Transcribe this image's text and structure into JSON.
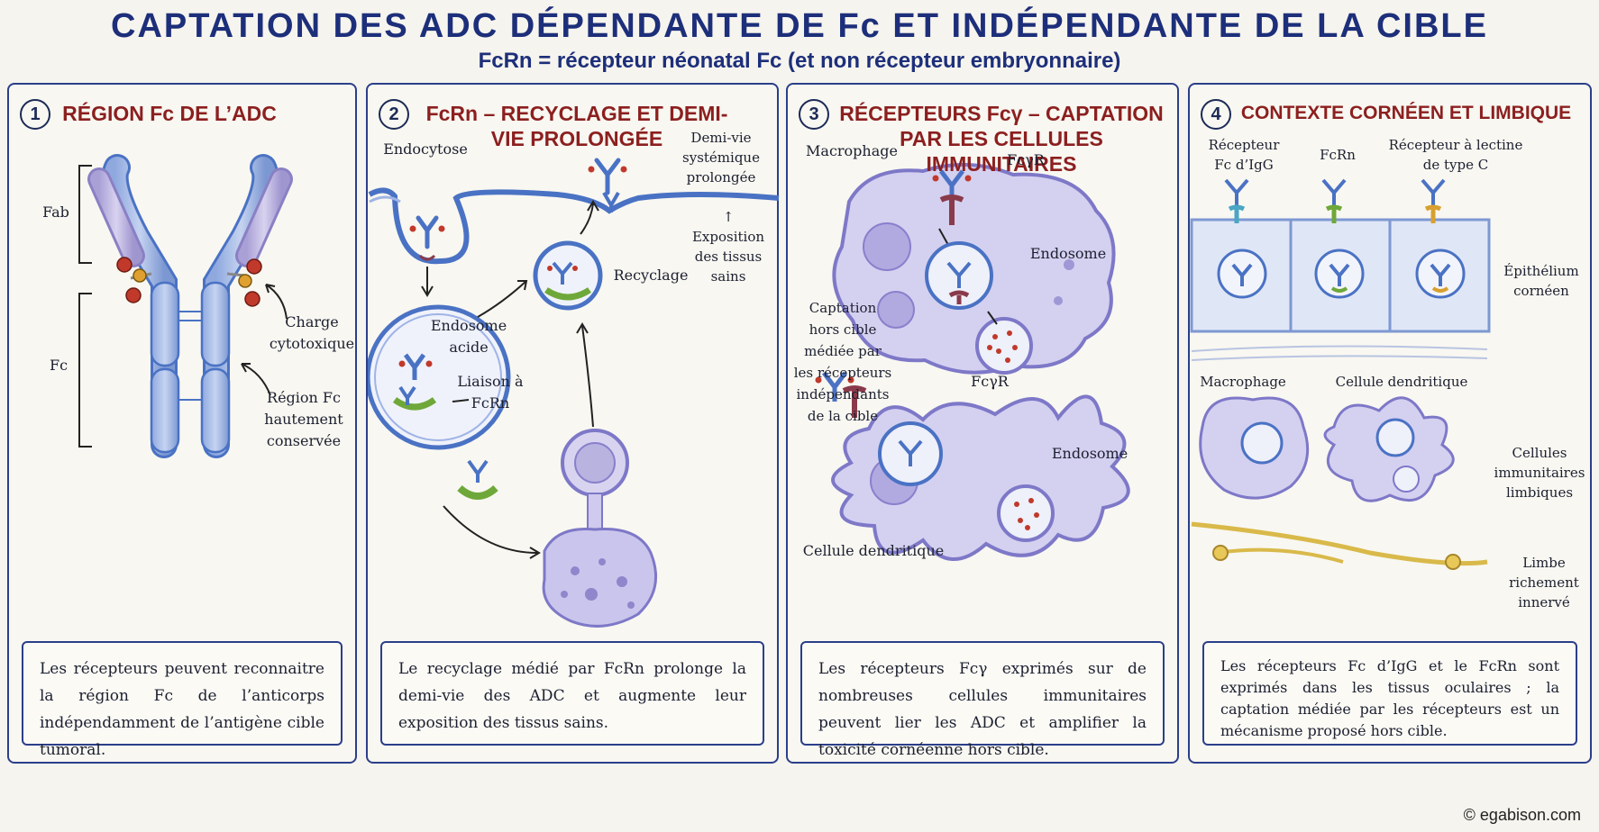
{
  "header": {
    "title": "CAPTATION DES ADC DÉPENDANTE DE Fc ET INDÉPENDANTE DE LA CIBLE",
    "subtitle": "FcRn = récepteur néonatal Fc (et non récepteur embryonnaire)"
  },
  "panels": [
    {
      "number": "1",
      "title": "RÉGION Fc DE L’ADC",
      "labels": {
        "fab": "Fab",
        "fc": "Fc",
        "payload": "Charge cytotoxique",
        "conserved": "Région Fc hautement conservée"
      },
      "caption": "Les récepteurs peuvent reconnaitre la région Fc de l’anticorps indépendamment de l’antigène cible tumoral."
    },
    {
      "number": "2",
      "title": "FcRn – RECYCLAGE ET DEMI-VIE PROLONGÉE",
      "labels": {
        "endocytosis": "Endocytose",
        "half_life": "Demi-vie systémique prolongée",
        "healthy_exposure": "↑ Exposition des tissus sains",
        "acid_endosome": "Endosome acide",
        "fcrn_binding": "Liaison à FcRn",
        "recycling": "Recyclage"
      },
      "caption": "Le recyclage médié par FcRn prolonge la demi-vie des ADC et augmente leur exposition des tissus sains."
    },
    {
      "number": "3",
      "title": "RÉCEPTEURS Fcγ – CAPTATION PAR LES CELLULES IMMUNITAIRES",
      "labels": {
        "macrophage": "Macrophage",
        "fcgr_1": "FcγR",
        "endosome_1": "Endosome",
        "offtarget": "Captation hors cible médiée par les récepteurs indépendants de la cible",
        "fcgr_2": "FcγR",
        "endosome_2": "Endosome",
        "dendritic": "Cellule dendritique"
      },
      "caption": "Les récepteurs Fcγ exprimés sur de nombreuses cellules immunitaires peuvent lier les ADC et amplifier la toxicité cornéenne hors cible."
    },
    {
      "number": "4",
      "title": "CONTEXTE CORNÉEN ET LIMBIQUE",
      "labels": {
        "igg_receptor": "Récepteur Fc d’IgG",
        "fcrn": "FcRn",
        "lectin": "Récepteur à lectine de type C",
        "epithelium": "Épithélium cornéen",
        "macrophage": "Macrophage",
        "dendritic": "Cellule dendritique",
        "limbal_cells": "Cellules immunitaires limbiques",
        "limbus": "Limbe richement innervé"
      },
      "caption": "Les récepteurs Fc d’IgG et le FcRn sont exprimés dans les tissus oculaires ; la captation médiée par les récepteurs est un mécanisme proposé hors cible."
    }
  ],
  "credit": "© egabison.com",
  "colors": {
    "frame": "#2b3f8a",
    "title": "#1d2f7a",
    "panel_title": "#8c1f1f",
    "antibody": "#4a72c4",
    "cell": "#b9b3e0",
    "fcrn_receptor": "#6fa83a",
    "fcgr_receptor": "#8a3a4a",
    "lectin_receptor": "#d8a030",
    "payload": "#c0392b",
    "nerve": "#d9b94a"
  },
  "icons": [
    "antibody-icon",
    "payload-icon",
    "receptor-icon",
    "cell-icon",
    "endosome-icon",
    "nerve-icon"
  ]
}
